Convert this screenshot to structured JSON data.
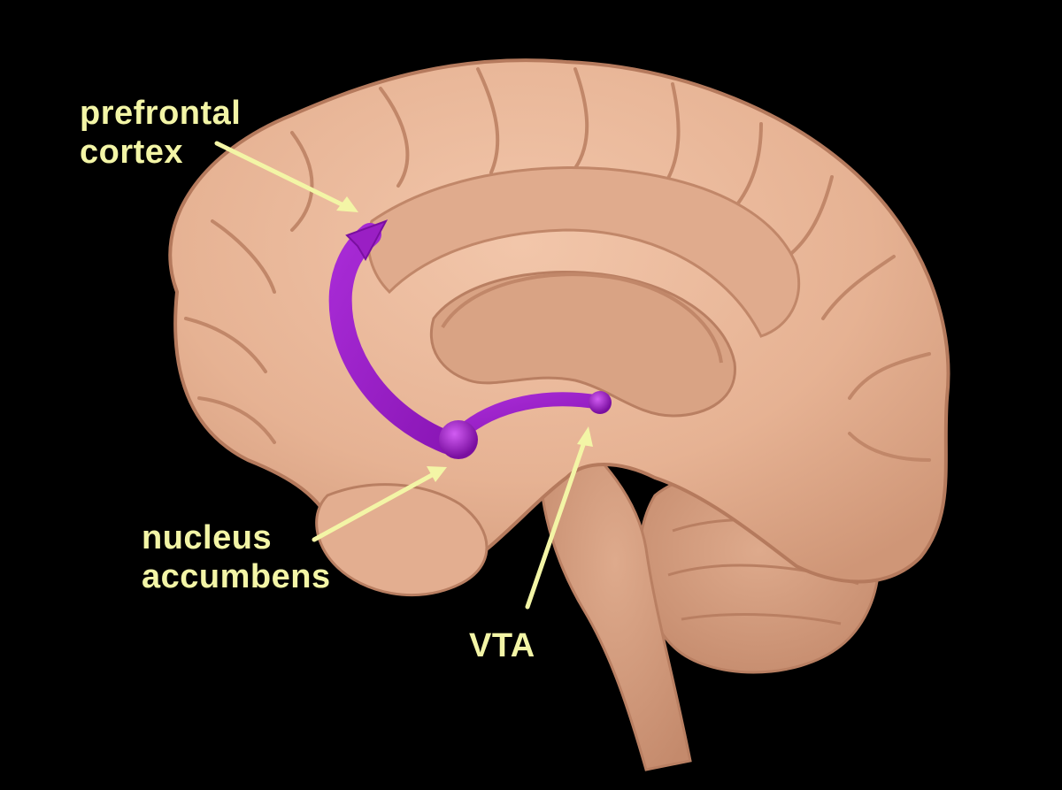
{
  "labels": {
    "prefrontal_cortex": [
      "prefrontal",
      "cortex"
    ],
    "nucleus_accumbens": [
      "nucleus",
      "accumbens"
    ],
    "vta": "VTA"
  },
  "colors": {
    "background": "#000000",
    "brain_tissue": "#e8b79a",
    "label_text": "#f3f5a6",
    "pointer_lines": "#f3f5a6",
    "pathway": "#9a1fc4"
  },
  "icons": [
    "brain-sagittal-illustration",
    "dopamine-pathway-arrow"
  ]
}
